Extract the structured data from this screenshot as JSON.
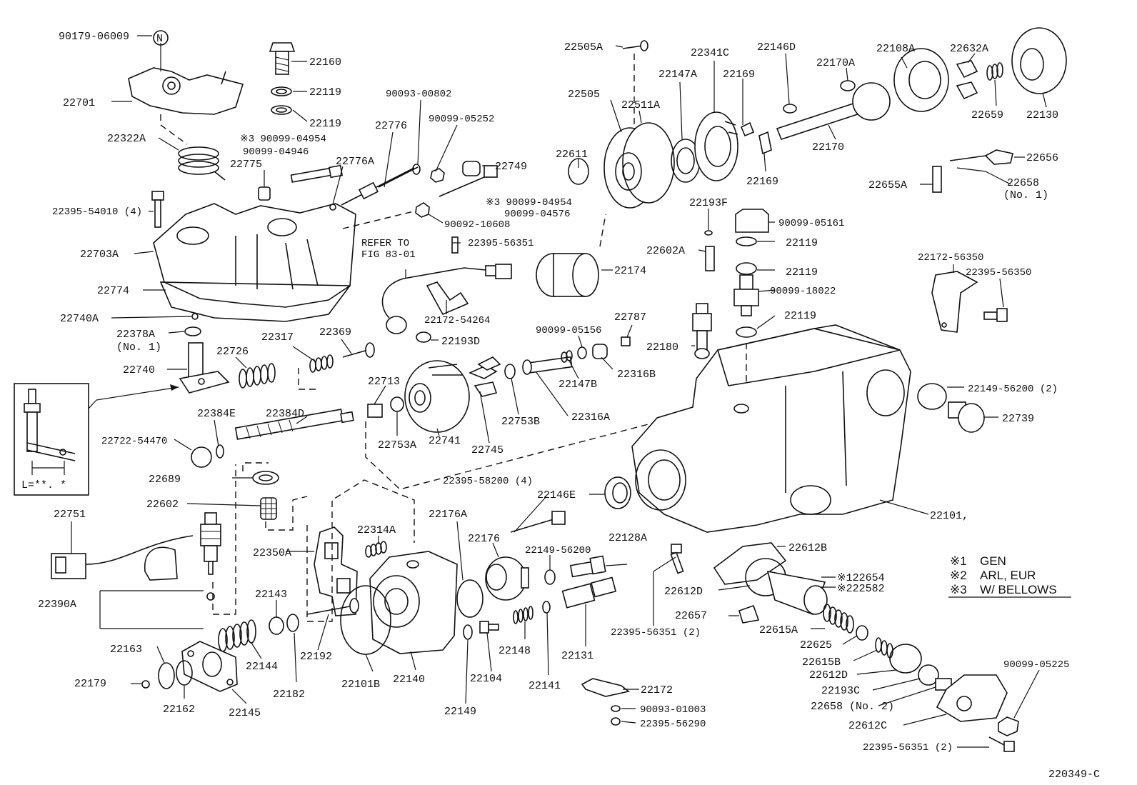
{
  "diagram_id": "220349-C",
  "refer_note": [
    "REFER TO",
    "FIG 83-01"
  ],
  "inset_note": "L=**. *",
  "legend": [
    {
      "mark": "※1",
      "text": "GEN"
    },
    {
      "mark": "※2",
      "text": "ARL, EUR"
    },
    {
      "mark": "※3",
      "text": "W/ BELLOWS"
    }
  ],
  "parts": {
    "p90179_06009": "90179-06009",
    "n_mark": "N",
    "p22160": "22160",
    "p22119_a": "22119",
    "p22119_b": "22119",
    "p90099_04954_a": "※3 90099-04954",
    "p90099_04946": "90099-04946",
    "p22701": "22701",
    "p22322A": "22322A",
    "p22775": "22775",
    "p22776A": "22776A",
    "p22776": "22776",
    "p90093_00802": "90093-00802",
    "p90099_05252": "90099-05252",
    "p22749": "22749",
    "p90099_04954_b": "※3 90099-04954",
    "p90099_04576": "90099-04576",
    "p90092_10608": "90092-10608",
    "p22395_54010": "22395-54010 (4)",
    "p22703A": "22703A",
    "p22774": "22774",
    "p22740A": "22740A",
    "p22378A": "22378A",
    "p22378A_no": "(No. 1)",
    "p22740": "22740",
    "p22726": "22726",
    "p22317": "22317",
    "p22369": "22369",
    "p22395_56351_a": "22395-56351",
    "p22172_54264": "22172-54264",
    "p22193D": "22193D",
    "p22384E": "22384E",
    "p22384D": "22384D",
    "p22722_54470": "22722-54470",
    "p22713": "22713",
    "p22753A": "22753A",
    "p22741": "22741",
    "p22745": "22745",
    "p22753B": "22753B",
    "p22316A": "22316A",
    "p22147B": "22147B",
    "p22316B": "22316B",
    "p90099_05156": "90099-05156",
    "p22787": "22787",
    "p22689": "22689",
    "p22602": "22602",
    "p22751": "22751",
    "p22390A": "22390A",
    "p22350A": "22350A",
    "p22314A": "22314A",
    "p22395_58200": "22395-58200 (4)",
    "p22176A": "22176A",
    "p22176": "22176",
    "p22149_56200_a": "22149-56200",
    "p22128A": "22128A",
    "p22146E": "22146E",
    "p22143": "22143",
    "p22144": "22144",
    "p22192": "22192",
    "p22182": "22182",
    "p22101B": "22101B",
    "p22140": "22140",
    "p22149": "22149",
    "p22104": "22104",
    "p22148": "22148",
    "p22141": "22141",
    "p22131": "22131",
    "p22163": "22163",
    "p22179": "22179",
    "p22162": "22162",
    "p22145": "22145",
    "p22172": "22172",
    "p90093_01003": "90093-01003",
    "p22395_56290": "22395-56290",
    "p22395_56351_b": "22395-56351 (2)",
    "p22505A": "22505A",
    "p22505": "22505",
    "p22511A": "22511A",
    "p22147A": "22147A",
    "p22341C": "22341C",
    "p22146D": "22146D",
    "p22169_a": "22169",
    "p22169_b": "22169",
    "p22170A": "22170A",
    "p22170": "22170",
    "p22108A": "22108A",
    "p22632A": "22632A",
    "p22659": "22659",
    "p22130": "22130",
    "p22611": "22611",
    "p22656": "22656",
    "p22655A": "22655A",
    "p22658": "22658",
    "p22658_no1": "(No. 1)",
    "p22193F": "22193F",
    "p90099_05161": "90099-05161",
    "p22119_c": "22119",
    "p22602A": "22602A",
    "p22174": "22174",
    "p22119_d": "22119",
    "p90099_18022": "90099-18022",
    "p22119_e": "22119",
    "p22172_56350": "22172-56350",
    "p22395_56350": "22395-56350",
    "p22180": "22180",
    "p22149_56200_b": "22149-56200 (2)",
    "p22739": "22739",
    "p22101": "22101,",
    "p22612B": "22612B",
    "p22654": "※122654",
    "p22582": "※222582",
    "p22612D_a": "22612D",
    "p22657": "22657",
    "p22615A": "22615A",
    "p22625": "22625",
    "p22615B": "22615B",
    "p22612D_b": "22612D",
    "p22193C": "22193C",
    "p22658_no2": "22658 (No. 2)",
    "p22612C": "22612C",
    "p90099_05225": "90099-05225",
    "p22395_56351_c": "22395-56351 (2)"
  }
}
